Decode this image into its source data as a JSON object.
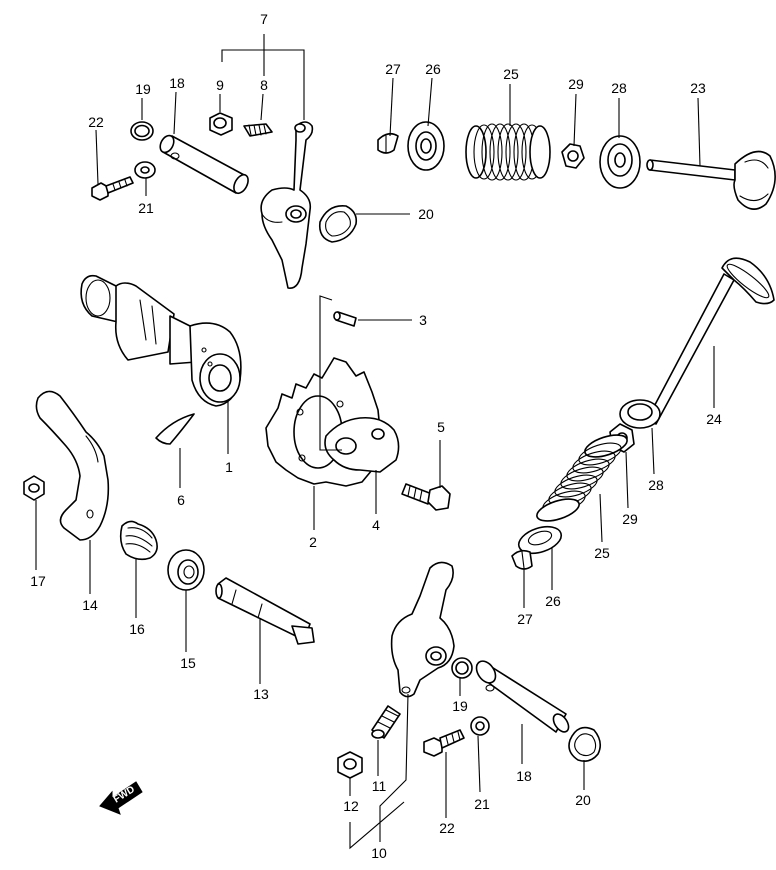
{
  "diagram": {
    "type": "exploded-parts-diagram",
    "fwd_label": "FWD",
    "fwd_icon": "fwd-arrow-icon",
    "callouts": {
      "c1": "1",
      "c2": "2",
      "c3": "3",
      "c4": "4",
      "c5": "5",
      "c6": "6",
      "c7": "7",
      "c8": "8",
      "c9": "9",
      "c10": "10",
      "c11": "11",
      "c12": "12",
      "c13": "13",
      "c14": "14",
      "c15": "15",
      "c16": "16",
      "c17": "17",
      "c18a": "18",
      "c18b": "18",
      "c19a": "19",
      "c19b": "19",
      "c20a": "20",
      "c20b": "20",
      "c21a": "21",
      "c21b": "21",
      "c22a": "22",
      "c22b": "22",
      "c23": "23",
      "c24": "24",
      "c25a": "25",
      "c25b": "25",
      "c26a": "26",
      "c26b": "26",
      "c27a": "27",
      "c27b": "27",
      "c28a": "28",
      "c28b": "28",
      "c29a": "29",
      "c29b": "29"
    }
  }
}
